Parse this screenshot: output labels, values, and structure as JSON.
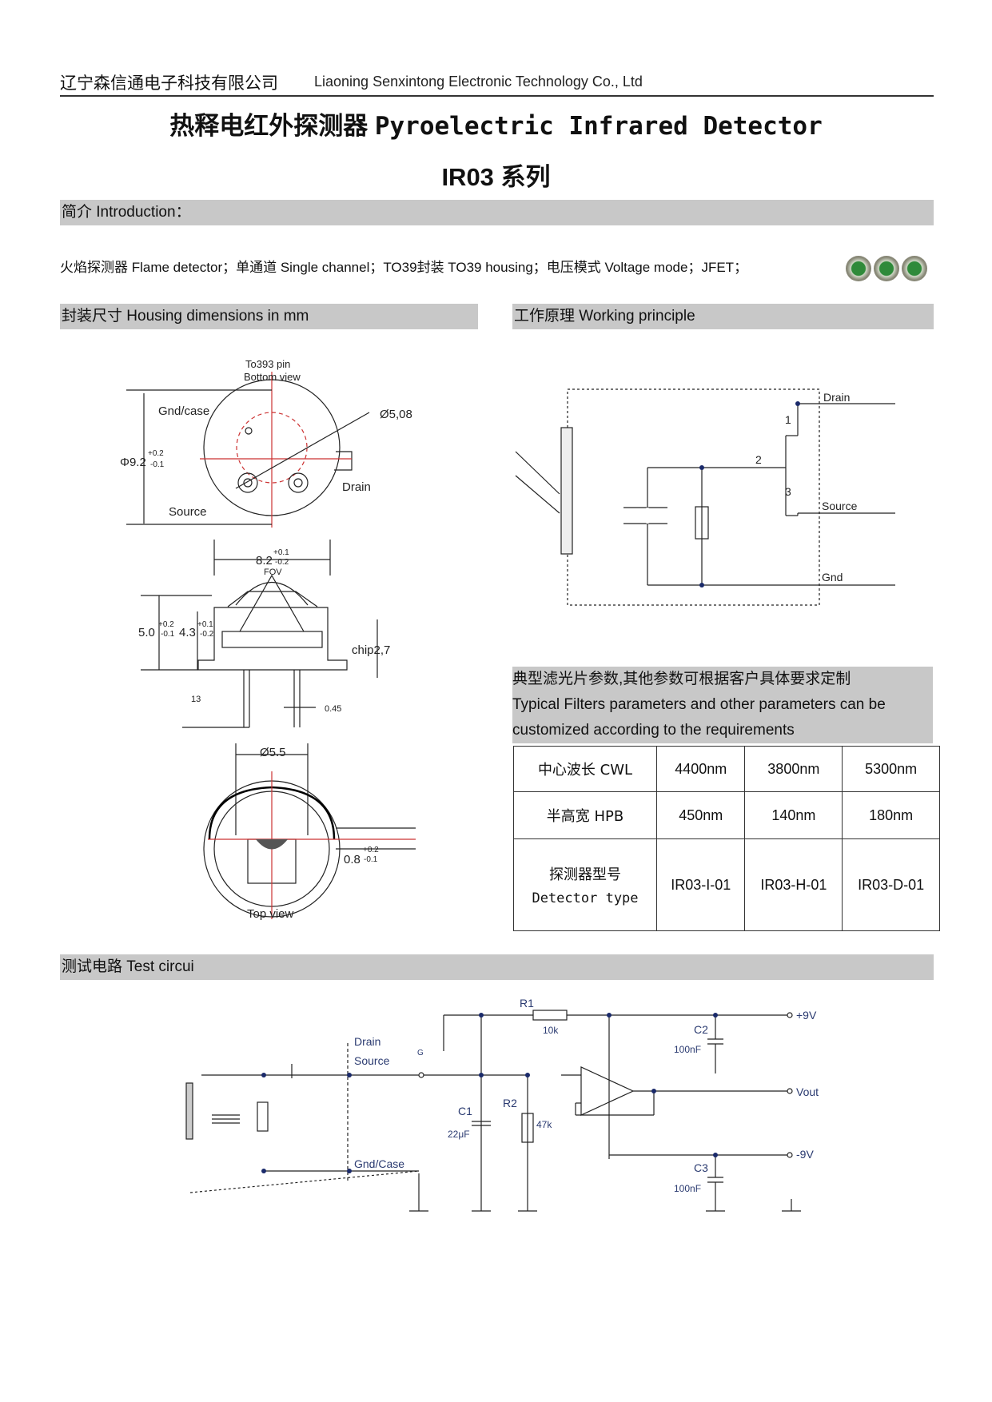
{
  "header": {
    "company_cn": "辽宁森信通电子科技有限公司",
    "company_en": "Liaoning Senxintong Electronic Technology Co., Ltd"
  },
  "title": {
    "cn": "热释电红外探测器",
    "en": "Pyroelectric Infrared Detector",
    "series": "IR03 系列"
  },
  "intro": {
    "heading": "简介 Introduction：",
    "text": "火焰探测器  Flame detector；单通道  Single channel；TO39封装  TO39 housing；电压模式  Voltage mode；JFET；"
  },
  "housing": {
    "heading": "封装尺寸   Housing dimensions in mm",
    "pin_title": "To393 pin",
    "pin_sub": "Bottom view",
    "gnd_case": "Gnd/case",
    "dia_508": "Ø5,08",
    "phi_92": "Φ9.2",
    "drain": "Drain",
    "source": "Source",
    "w82": "8.2",
    "fov": "FOV",
    "h50": "5.0",
    "h43": "4.3",
    "chip": "chip2,7",
    "len13": "13",
    "pin045": "0.45",
    "dia55": "Ø5.5",
    "d08": "0.8",
    "top_view": "Top view",
    "tol_p02": "+0.2",
    "tol_m01": "-0.1",
    "tol_p01": "+0.1",
    "tol_m02": "-0.2"
  },
  "principle": {
    "heading": "工作原理   Working principle",
    "drain": "Drain",
    "source": "Source",
    "gnd": "Gnd",
    "n1": "1",
    "n2": "2",
    "n3": "3"
  },
  "filters": {
    "heading_cn": "典型滤光片参数,其他参数可根据客户具体要求定制",
    "heading_en1": "Typical Filters parameters and other parameters can be",
    "heading_en2": "customized according to the requirements",
    "rows": [
      {
        "label": "中心波长 CWL",
        "values": [
          "4400nm",
          "3800nm",
          "5300nm"
        ]
      },
      {
        "label": "半高宽 HPB",
        "values": [
          "450nm",
          "140nm",
          "180nm"
        ]
      }
    ],
    "type_label_cn": "探测器型号",
    "type_label_en": "Detector type",
    "types": [
      "IR03-I-01",
      "IR03-H-01",
      "IR03-D-01"
    ]
  },
  "test": {
    "heading": "测试电路   Test circui",
    "r1": "R1",
    "r1v": "10k",
    "c2": "C2",
    "c2v": "100nF",
    "p9": "+9V",
    "drain": "Drain",
    "source": "Source",
    "g": "G",
    "vout": "Vout",
    "c1": "C1",
    "c1v": "22μF",
    "r2": "R2",
    "r2v": "47k",
    "m9": "-9V",
    "c3": "C3",
    "c3v": "100nF",
    "gnd_case": "Gnd/Case"
  }
}
